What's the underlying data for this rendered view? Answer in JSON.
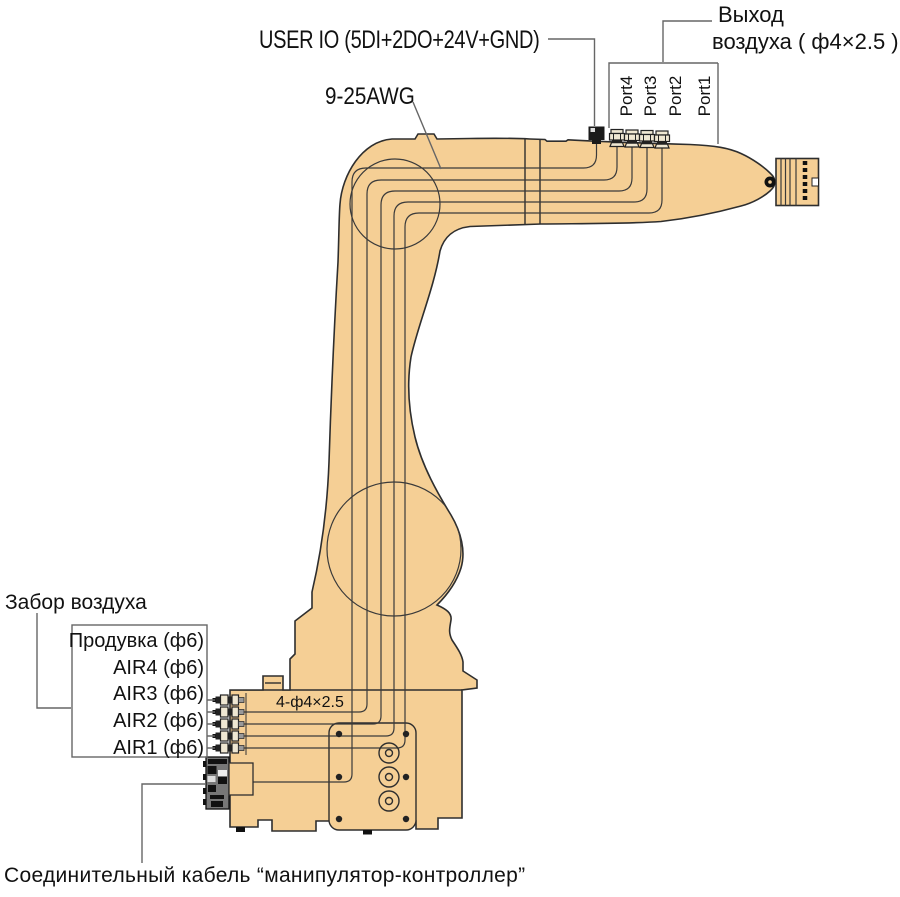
{
  "colors": {
    "body_fill": "#F5CF95",
    "outline": "#2e2e2e",
    "leader": "#666666"
  },
  "labels": {
    "user_io": "USER IO (5DI+2DO+24V+GND)",
    "wire_gauge": "9-25AWG",
    "air_outlet": {
      "line1": "Выход",
      "line2": "воздуха ( ф4×2.5 )"
    },
    "ports": [
      "Port4",
      "Port3",
      "Port2",
      "Port1"
    ],
    "air_intake_title": "Забор воздуха",
    "air_intake_items": [
      "Продувка (ф6)",
      "AIR4 (ф6)",
      "AIR3 (ф6)",
      "AIR2 (ф6)",
      "AIR1 (ф6)"
    ],
    "base_ports": "4-ф4×2.5",
    "controller_cable": "Соединительный кабель “манипулятор-контроллер”"
  }
}
